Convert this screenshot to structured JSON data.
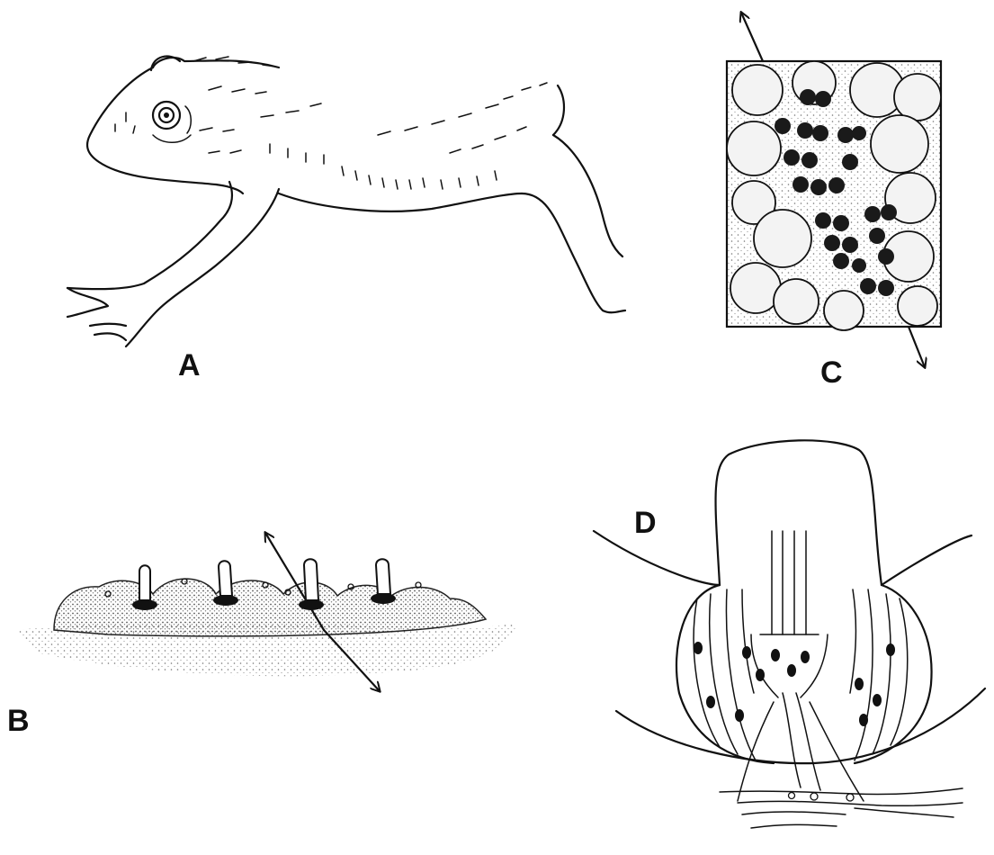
{
  "figure": {
    "panels": [
      {
        "id": "A",
        "label": "A"
      },
      {
        "id": "B",
        "label": "B"
      },
      {
        "id": "C",
        "label": "C"
      },
      {
        "id": "D",
        "label": "D"
      }
    ],
    "colors": {
      "ink": "#111111",
      "background": "#ffffff",
      "stipple": "#8a8a8a",
      "granule": "#1a1a1a"
    }
  }
}
